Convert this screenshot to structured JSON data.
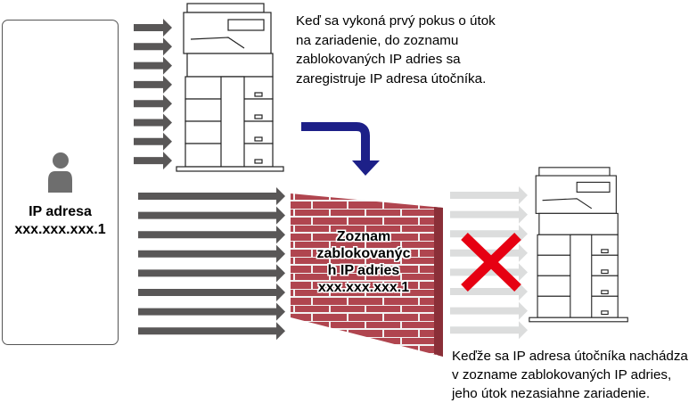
{
  "attacker": {
    "icon": "person-icon",
    "label_line1": "IP adresa",
    "label_line2": "xxx.xxx.xxx.1"
  },
  "caption_top": "Keď sa vykoná prvý pokus o útok na zariadenie, do zoznamu zablokovaných IP adries sa zaregistruje IP adresa útočníka.",
  "blocked_list": {
    "line1": "Zoznam",
    "line2": "zablokovanýc",
    "line3": "h IP adries",
    "line4": "xxx.xxx.xxx.1"
  },
  "caption_bottom": "Keďže sa IP adresa útočníka nachádza v zozname zablokovaných IP adries, jeho útok nezasiahne zariadenie.",
  "colors": {
    "attack_arrow": "#595757",
    "blocked_arrow": "#dcdddd",
    "register_arrow": "#1d2088",
    "wall_brick": "#b0454f",
    "wall_side": "#8a2f38",
    "blocked_cross": "#e60012"
  },
  "icons": [
    "person-icon",
    "printer-icon",
    "firewall-icon",
    "bent-arrow-icon",
    "cross-icon"
  ]
}
